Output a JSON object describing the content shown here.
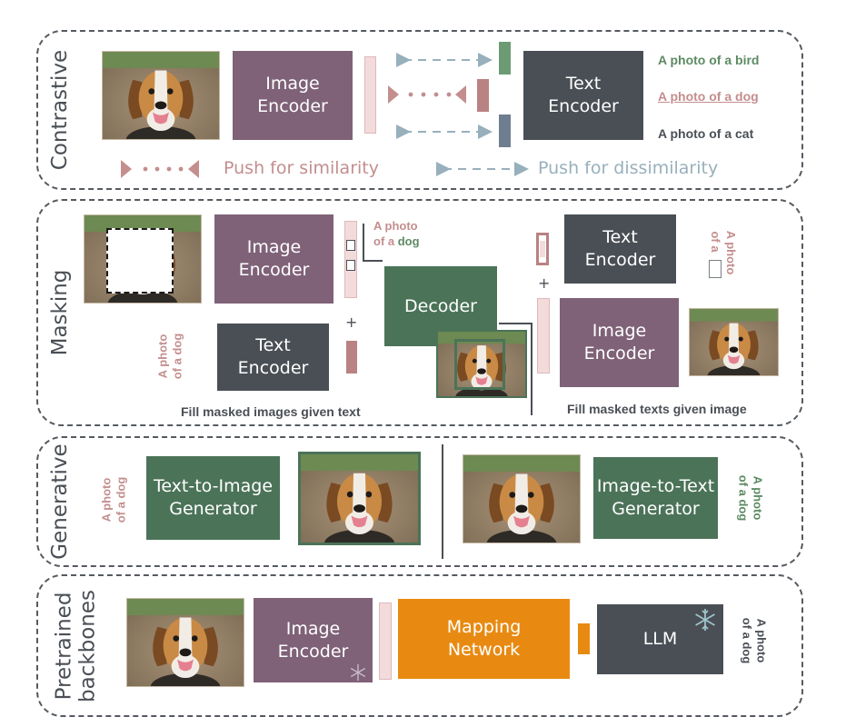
{
  "sections": {
    "contrastive": "Contrastive",
    "masking": "Masking",
    "generative": "Generative",
    "pretrained_line1": "Pretrained",
    "pretrained_line2": "backbones"
  },
  "labels": {
    "image_encoder": "Image\nEncoder",
    "text_encoder": "Text\nEncoder",
    "decoder": "Decoder",
    "text_to_image": "Text-to-Image\nGenerator",
    "image_to_text": "Image-to-Text\nGenerator",
    "mapping_network": "Mapping\nNetwork",
    "llm": "LLM"
  },
  "contrastive": {
    "caption_bird": "A photo of a bird",
    "caption_dog": "A photo of a dog",
    "caption_cat": "A photo of a cat",
    "push_similarity": "Push for similarity",
    "push_dissimilarity": "Push for dissimilarity"
  },
  "masking": {
    "masked_text_line1": "A photo",
    "masked_text_line2": "of a ",
    "masked_text_word": "dog",
    "side_text_image": "A photo\nof a dog",
    "side_text_masked_line1": "A photo",
    "side_text_masked_line2": "of a",
    "plus": "+",
    "fill_images": "Fill masked images given text",
    "fill_texts": "Fill masked texts given image"
  },
  "generative": {
    "text_left": "A photo\nof a dog",
    "text_right": "A photo\nof a dog"
  },
  "pretrained": {
    "text_out": "A photo\nof a dog"
  },
  "colors": {
    "purple": "#7f6278",
    "dark": "#4a4f55",
    "green": "#4b7358",
    "orange": "#e88a12",
    "rose_text": "#c48e8e",
    "green_text": "#5d8a64",
    "slate_text": "#98b0bc"
  }
}
